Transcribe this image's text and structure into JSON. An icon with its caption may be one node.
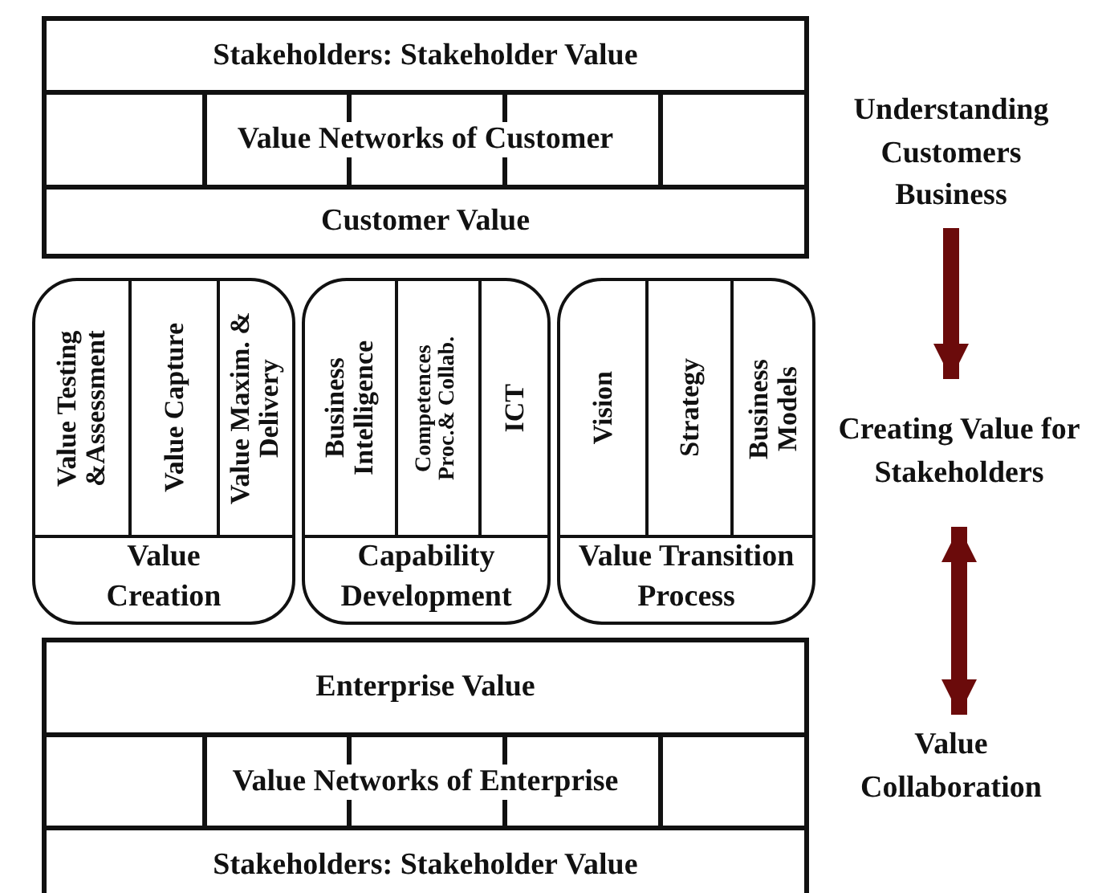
{
  "diagram": {
    "nodes": [
      {
        "text": [
          "Stakeholders: Stakeholder Value"
        ]
      },
      {
        "text": [
          "Value Networks of Customer"
        ]
      },
      {
        "text": [
          "Customer Value"
        ]
      },
      {
        "text": [
          "Value Creation"
        ]
      },
      {
        "text": [
          "Value Testing &Assessment"
        ],
        "in": 3
      },
      {
        "text": [
          "Value Capture"
        ],
        "in": 3
      },
      {
        "text": [
          "Value Maxim. & Delivery"
        ],
        "in": 3
      },
      {
        "text": [
          "Capability Development"
        ]
      },
      {
        "text": [
          "Business Intelligence"
        ],
        "in": 7
      },
      {
        "text": [
          "Competences Proc.& Collab."
        ],
        "in": 7
      },
      {
        "text": [
          "ICT"
        ],
        "in": 7
      },
      {
        "text": [
          "Value Transition Process"
        ]
      },
      {
        "text": [
          "Vision"
        ],
        "in": 11
      },
      {
        "text": [
          "Strategy"
        ],
        "in": 11
      },
      {
        "text": [
          "Business Models"
        ],
        "in": 11
      },
      {
        "text": [
          "Enterprise Value"
        ]
      },
      {
        "text": [
          "Value Networks of Enterprise"
        ]
      },
      {
        "text": [
          "Stakeholders: Stakeholder Value"
        ]
      },
      {
        "text": [
          "Understanding Customers Business"
        ]
      },
      {
        "text": [
          "Creating Value for Stakeholders"
        ]
      },
      {
        "text": [
          "Value Collaboration"
        ]
      }
    ],
    "edges": [
      {
        "from": 18,
        "to": 19,
        "arrow": "to",
        "color": "#6b0b0b"
      },
      {
        "from": 19,
        "to": 20,
        "arrow": "both",
        "color": "#6b0b0b"
      }
    ]
  }
}
